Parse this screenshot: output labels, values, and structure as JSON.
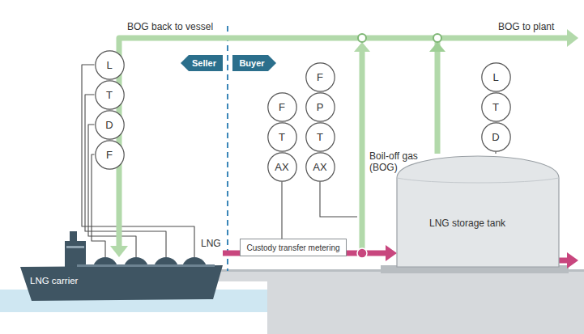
{
  "diagram": {
    "nodes": [
      {
        "text": [
          "Seller"
        ]
      },
      {
        "text": [
          "Buyer"
        ]
      },
      {
        "text": [
          "L"
        ]
      },
      {
        "text": [
          "T"
        ]
      },
      {
        "text": [
          "D"
        ]
      },
      {
        "text": [
          "F"
        ]
      },
      {
        "text": [
          "F"
        ]
      },
      {
        "text": [
          "T"
        ]
      },
      {
        "text": [
          "AX"
        ]
      },
      {
        "text": [
          "F"
        ]
      },
      {
        "text": [
          "P"
        ]
      },
      {
        "text": [
          "T"
        ]
      },
      {
        "text": [
          "AX"
        ]
      },
      {
        "text": [
          "L"
        ]
      },
      {
        "text": [
          "T"
        ]
      },
      {
        "text": [
          "D"
        ]
      },
      {
        "text": [
          "Custody transfer metering"
        ]
      },
      {
        "text": [
          "LNG storage tank"
        ]
      },
      {
        "text": [
          "LNG carrier"
        ]
      }
    ],
    "edges": [
      {
        "from": 2,
        "to": 18,
        "arrow": "none"
      },
      {
        "from": 3,
        "to": 18,
        "arrow": "none"
      },
      {
        "from": 4,
        "to": 18,
        "arrow": "none"
      },
      {
        "from": 5,
        "to": 18,
        "arrow": "none"
      },
      {
        "from": 8,
        "to": 16,
        "arrow": "none"
      },
      {
        "from": 15,
        "to": 17,
        "arrow": "none"
      },
      {
        "from": 18,
        "to": 16,
        "label": "LNG",
        "arrow": "none"
      },
      {
        "from": 16,
        "to": 17,
        "arrow": "to"
      },
      {
        "from": 17,
        "to": 18,
        "arrow": "to"
      }
    ],
    "labels": [
      "BOG back to vessel",
      "BOG to plant",
      "Boil-off gas (BOG)"
    ]
  }
}
